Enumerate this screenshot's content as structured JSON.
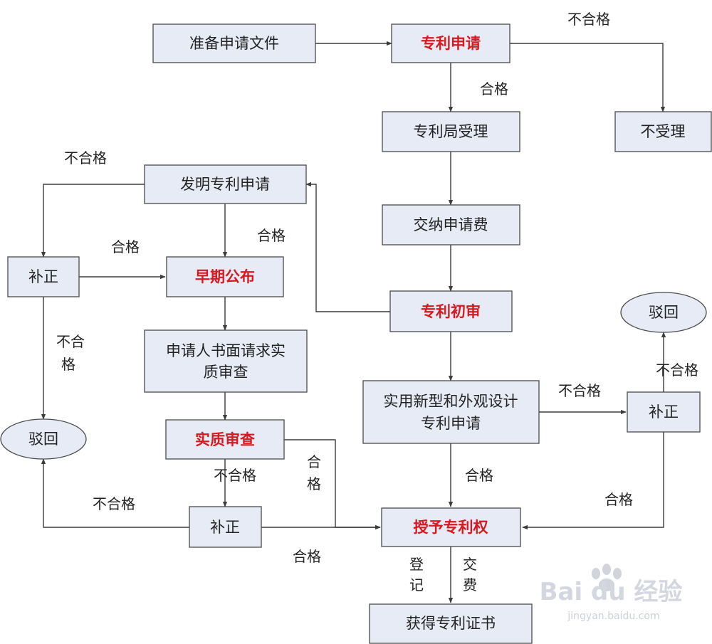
{
  "nodes": {
    "prepare_files": "准备申请文件",
    "patent_application": "专利申请",
    "office_accept": "专利局受理",
    "not_accepted": "不受理",
    "pay_fee": "交纳申请费",
    "invention_application": "发明专利申请",
    "correction_left": "补正",
    "early_publication": "早期公布",
    "request_exam_line1": "申请人书面请求实",
    "request_exam_line2": "质审查",
    "preliminary_exam": "专利初审",
    "rejected_left": "驳回",
    "substantive_exam": "实质审查",
    "utility_design_line1": "实用新型和外观设计",
    "utility_design_line2": "专利申请",
    "rejected_right": "驳回",
    "correction_right": "补正",
    "correction_bottom": "补正",
    "grant_patent": "授予专利权",
    "get_certificate": "获得专利证书"
  },
  "labels": {
    "fail_top": "不合格",
    "pass_top": "合格",
    "fail_invention": "不合格",
    "pass_early_publication": "合格",
    "pass_correction_left": "合格",
    "fail_left_1": "不合",
    "fail_left_2": "格",
    "fail_right_up": "不合格",
    "fail_utility": "不合格",
    "pass_substantive_1": "合",
    "pass_substantive_2": "格",
    "fail_substantive": "不合格",
    "pass_utility": "合格",
    "fail_bottom": "不合格",
    "pass_correction_right": "合格",
    "pass_correction_bottom": "合格",
    "register_1": "登",
    "register_2": "记",
    "pay_1": "交",
    "pay_2": "费"
  },
  "watermark": {
    "brand": "Bai du 经验",
    "url": "jingyan.baidu.com"
  }
}
